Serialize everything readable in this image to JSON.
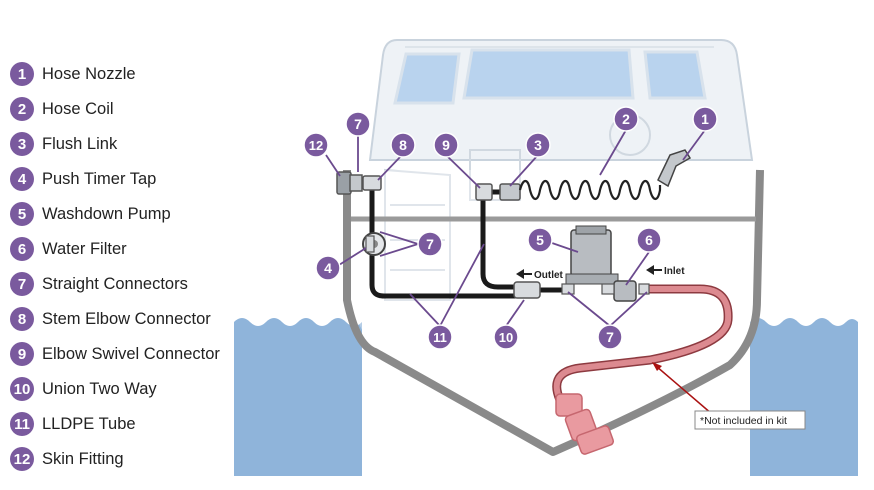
{
  "legend": [
    {
      "num": "1",
      "label": "Hose Nozzle"
    },
    {
      "num": "2",
      "label": "Hose Coil"
    },
    {
      "num": "3",
      "label": "Flush Link"
    },
    {
      "num": "4",
      "label": "Push Timer Tap"
    },
    {
      "num": "5",
      "label": "Washdown Pump"
    },
    {
      "num": "6",
      "label": "Water Filter"
    },
    {
      "num": "7",
      "label": "Straight Connectors"
    },
    {
      "num": "8",
      "label": "Stem Elbow Connector"
    },
    {
      "num": "9",
      "label": "Elbow Swivel Connector"
    },
    {
      "num": "10",
      "label": "Union Two Way"
    },
    {
      "num": "11",
      "label": "LLDPE Tube"
    },
    {
      "num": "12",
      "label": "Skin Fitting"
    }
  ],
  "callouts": {
    "c1": "1",
    "c2": "2",
    "c3": "3",
    "c4": "4",
    "c5": "5",
    "c6": "6",
    "c7a": "7",
    "c7b": "7",
    "c7c": "7",
    "c8": "8",
    "c9": "9",
    "c10": "10",
    "c11": "11",
    "c12": "12"
  },
  "labels": {
    "outlet": "Outlet",
    "inlet": "Inlet",
    "note": "*Not included in kit"
  },
  "colors": {
    "badge": "#7a5a9e",
    "water": "#8fb4da",
    "hull_outline": "#8a8a8a",
    "tube": "#1a1a1a",
    "intake_hose": "#d9848a"
  }
}
